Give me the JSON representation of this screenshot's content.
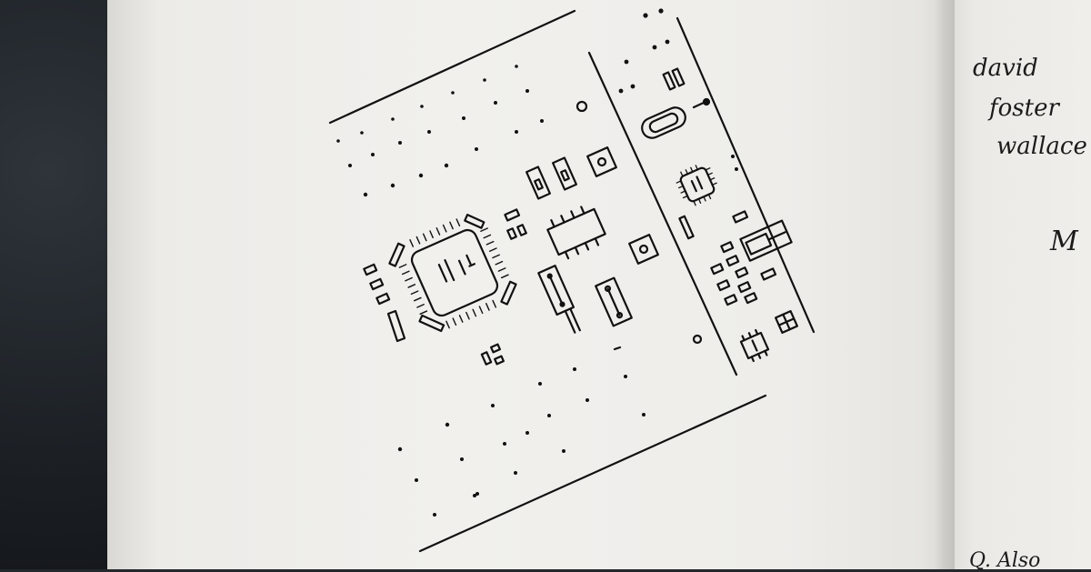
{
  "notebook": {
    "handwriting": {
      "line1": "david",
      "line2": "foster",
      "line3": "wallace",
      "partial_right": "M",
      "bottom_note": "Q. Also"
    }
  },
  "sketch": {
    "subject": "pcb-board-drawing",
    "ink_color": "#111111"
  }
}
